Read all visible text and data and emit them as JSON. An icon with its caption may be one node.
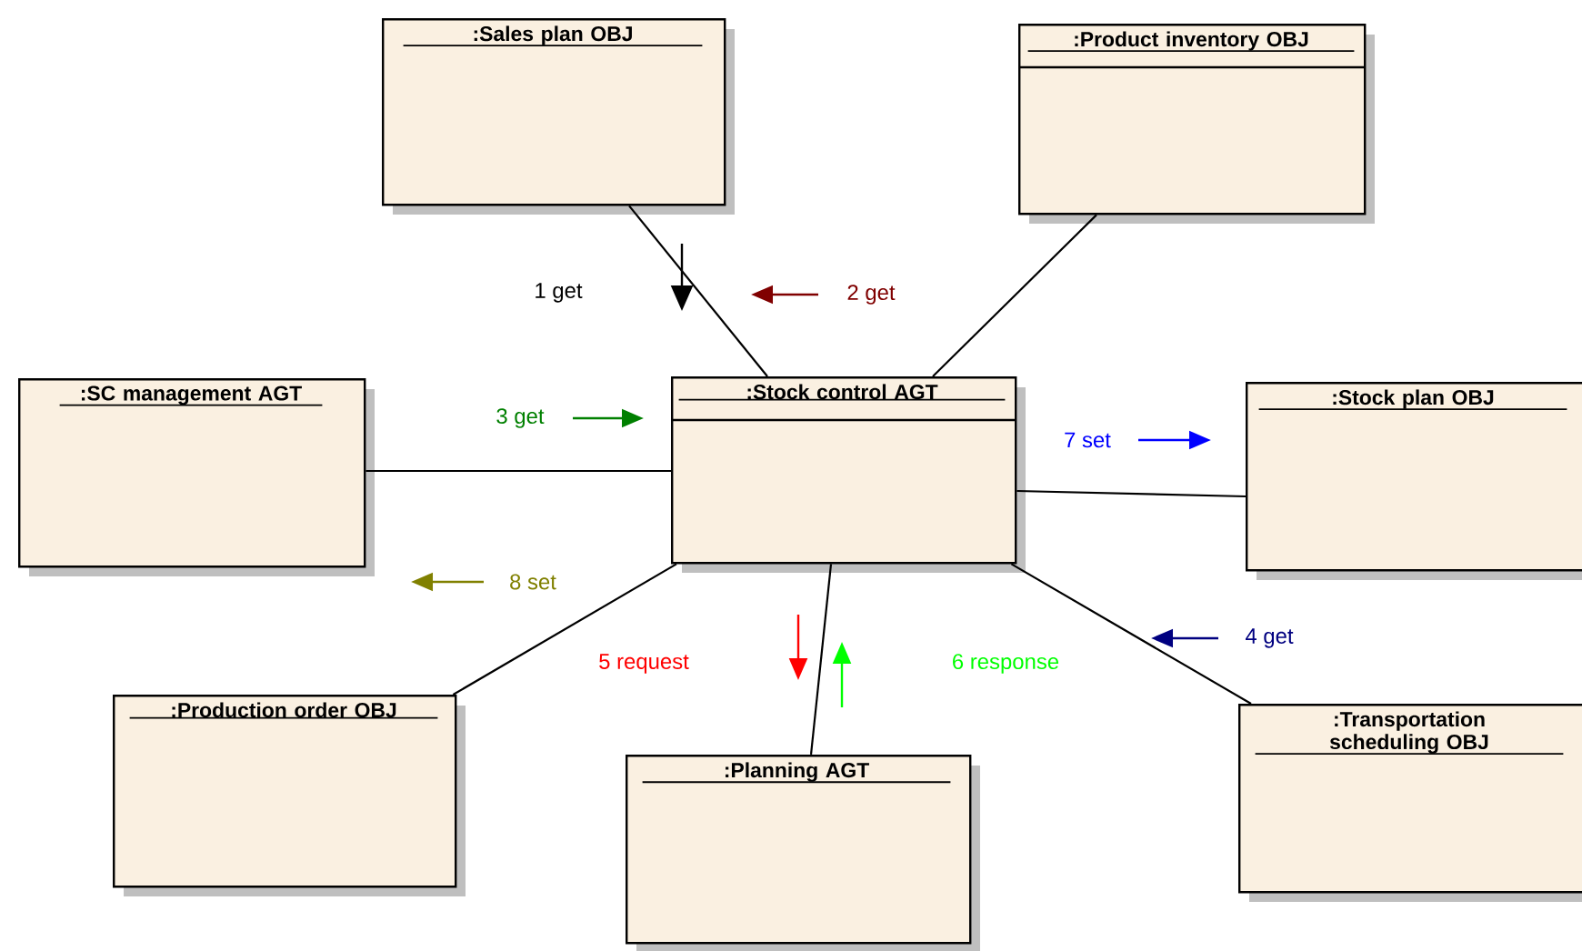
{
  "diagram": {
    "nodes": [
      {
        "text": [
          ":Sales plan OBJ"
        ]
      },
      {
        "text": [
          ":Product inventory OBJ"
        ]
      },
      {
        "text": [
          ":SC management AGT"
        ]
      },
      {
        "text": [
          ":Stock control AGT"
        ]
      },
      {
        "text": [
          ":Stock plan OBJ"
        ]
      },
      {
        "text": [
          ":Production order OBJ"
        ]
      },
      {
        "text": [
          ":Planning AGT"
        ]
      },
      {
        "text": [
          ":Transportation scheduling OBJ"
        ]
      }
    ],
    "edges": [
      {
        "from": 0,
        "to": 3,
        "arrow": "none"
      },
      {
        "from": 1,
        "to": 3,
        "arrow": "none"
      },
      {
        "from": 2,
        "to": 3,
        "arrow": "none"
      },
      {
        "from": 3,
        "to": 4,
        "arrow": "none"
      },
      {
        "from": 3,
        "to": 5,
        "arrow": "none"
      },
      {
        "from": 3,
        "to": 6,
        "arrow": "none"
      },
      {
        "from": 3,
        "to": 7,
        "arrow": "none"
      }
    ],
    "labels": [
      "1 get",
      "2 get",
      "3 get",
      "7 set",
      "8 set",
      "5 request",
      "6 response",
      "4 get"
    ]
  }
}
